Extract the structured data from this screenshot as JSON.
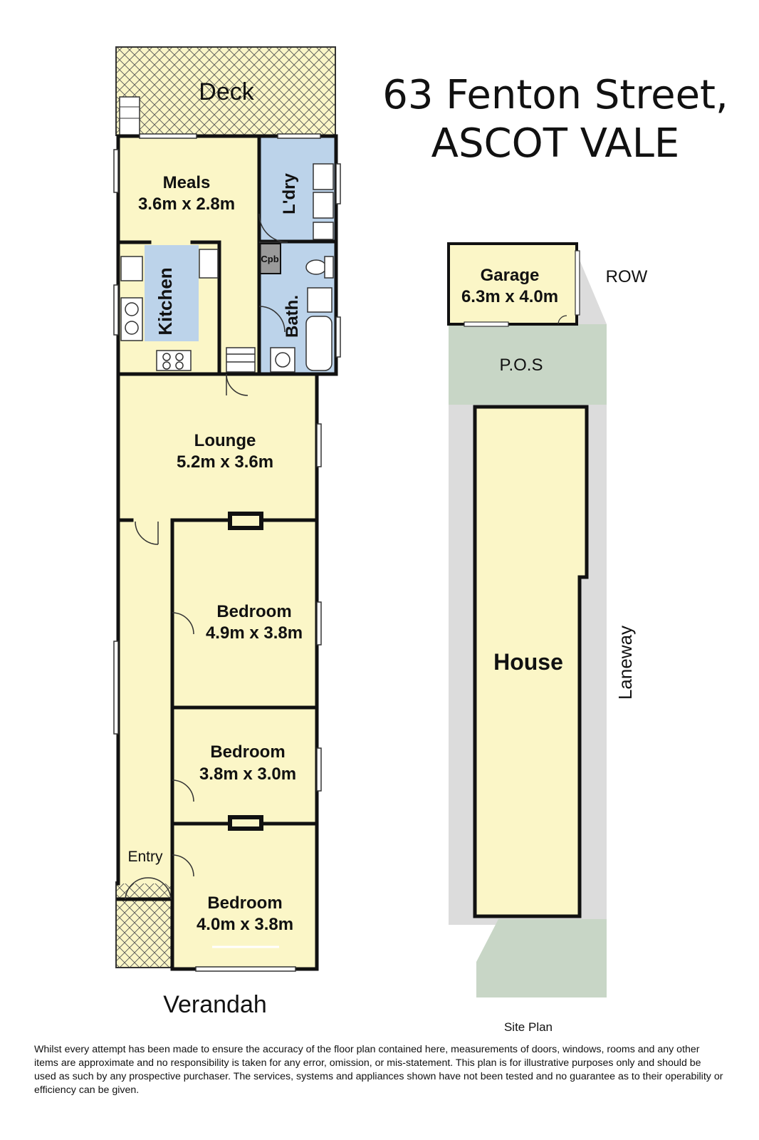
{
  "title": {
    "line1": "63 Fenton Street,",
    "line2": "ASCOT VALE"
  },
  "floor_plan": {
    "deck": "Deck",
    "verandah": "Verandah",
    "meals": {
      "name": "Meals",
      "size": "3.6m x 2.8m"
    },
    "kitchen": "Kitchen",
    "laundry": "L'dry",
    "cupboard": "Cpb",
    "bath": "Bath.",
    "lounge": {
      "name": "Lounge",
      "size": "5.2m x 3.6m"
    },
    "bedroom1": {
      "name": "Bedroom",
      "size": "4.9m x 3.8m"
    },
    "bedroom2": {
      "name": "Bedroom",
      "size": "3.8m x 3.0m"
    },
    "bedroom3": {
      "name": "Bedroom",
      "size": "4.0m x 3.8m"
    },
    "entry": "Entry"
  },
  "site_plan": {
    "garage": {
      "name": "Garage",
      "size": "6.3m x 4.0m"
    },
    "row": "ROW",
    "pos": "P.O.S",
    "house": "House",
    "laneway": "Laneway",
    "caption": "Site Plan"
  },
  "disclaimer": "Whilst every attempt has been made to ensure the accuracy of the floor plan contained here, measurements of doors, windows, rooms and any other items are approximate and no responsibility is taken for any error, omission, or mis-statement. This plan is for illustrative purposes only and should be used as such by any prospective purchaser. The services, systems and appliances shown have not been tested and no guarantee as to their operability or efficiency can be given.",
  "colors": {
    "room_fill": "#fbf6c7",
    "wet_fill": "#bcd3ea",
    "pos_fill": "#c8d6c6",
    "lane_fill": "#dcdcdc",
    "wall": "#111111"
  }
}
